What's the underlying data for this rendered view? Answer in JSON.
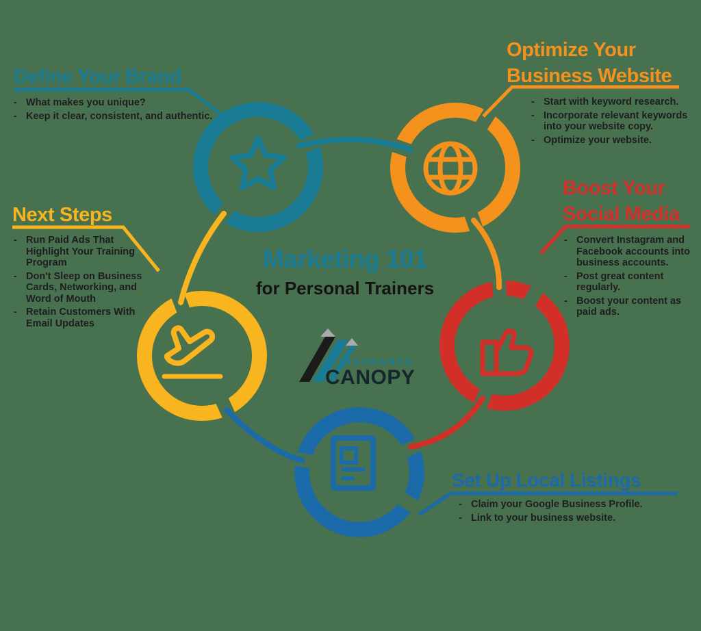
{
  "background_color": "#48714F",
  "colors": {
    "teal": "#1A7B94",
    "orange": "#F5921E",
    "red": "#D12F27",
    "yellow": "#F8B51F",
    "blue": "#1B6AA9",
    "text_dark": "#1E1E1E",
    "logo_gray": "#A9ABAE",
    "logo_black": "#1B1B1B"
  },
  "ui": {
    "bullet_marker": "-"
  },
  "center": {
    "title": "Marketing 101",
    "subtitle": "for Personal Trainers"
  },
  "logo": {
    "top_word": "INSURANCE",
    "bottom_word": "CANOPY"
  },
  "sections": {
    "define": {
      "title": "Define Your Brand",
      "icon": "star-icon",
      "color": "#1A7B94",
      "bullets": [
        "What makes you unique?",
        "Keep it clear, consistent, and authentic."
      ]
    },
    "optimize": {
      "title": "Optimize Your Business Website",
      "icon": "globe-icon",
      "color": "#F5921E",
      "bullets": [
        "Start with keyword research.",
        "Incorporate relevant keywords into your website copy.",
        "Optimize your website."
      ]
    },
    "boost": {
      "title": "Boost Your Social Media",
      "icon": "thumbs-up-icon",
      "color": "#D12F27",
      "bullets": [
        "Convert Instagram and Facebook accounts into business accounts.",
        "Post great content regularly.",
        "Boost your content as paid ads."
      ]
    },
    "next": {
      "title": "Next Steps",
      "icon": "plane-landing-icon",
      "color": "#F8B51F",
      "bullets": [
        "Run Paid Ads That Highlight Your Training Program",
        "Don't Sleep on Business Cards, Networking, and Word of Mouth",
        "Retain Customers With Email Updates"
      ]
    },
    "local": {
      "title": "Set Up Local Listings",
      "icon": "document-icon",
      "color": "#1B6AA9",
      "bullets": [
        "Claim your Google Business Profile.",
        "Link to your business website."
      ]
    }
  }
}
